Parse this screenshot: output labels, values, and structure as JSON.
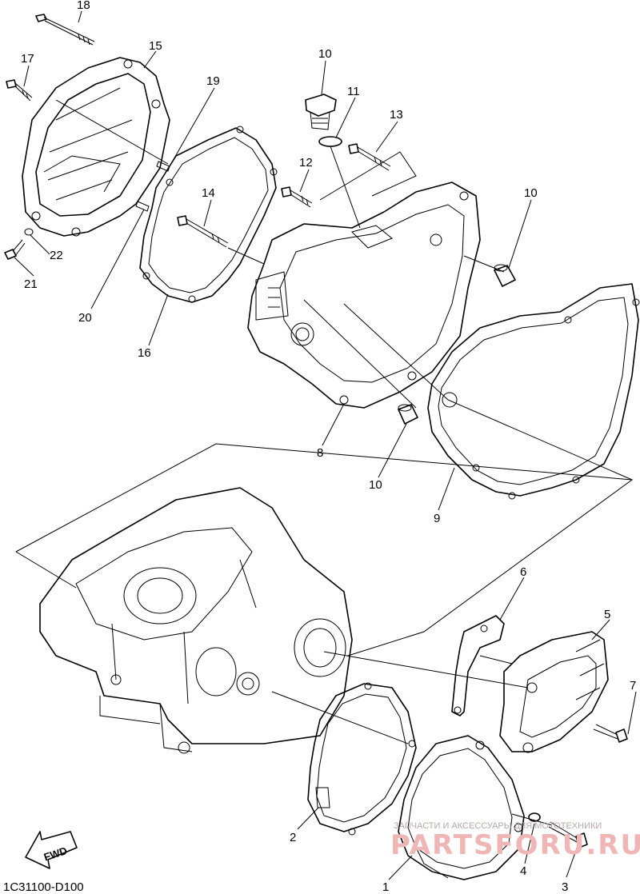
{
  "parts": [
    {
      "id": "p1",
      "label": "1"
    },
    {
      "id": "p2",
      "label": "2"
    },
    {
      "id": "p3",
      "label": "3"
    },
    {
      "id": "p4",
      "label": "4"
    },
    {
      "id": "p5",
      "label": "5"
    },
    {
      "id": "p6",
      "label": "6"
    },
    {
      "id": "p7",
      "label": "7"
    },
    {
      "id": "p8",
      "label": "8"
    },
    {
      "id": "p9",
      "label": "9"
    },
    {
      "id": "p10a",
      "label": "10"
    },
    {
      "id": "p10b",
      "label": "10"
    },
    {
      "id": "p11",
      "label": "11"
    },
    {
      "id": "p12",
      "label": "12"
    },
    {
      "id": "p13",
      "label": "13"
    },
    {
      "id": "p14",
      "label": "14"
    },
    {
      "id": "p15",
      "label": "15"
    },
    {
      "id": "p16",
      "label": "16"
    },
    {
      "id": "p17",
      "label": "17"
    },
    {
      "id": "p18",
      "label": "18"
    },
    {
      "id": "p19",
      "label": "19"
    },
    {
      "id": "p20a",
      "label": "20"
    },
    {
      "id": "p20b",
      "label": "20"
    },
    {
      "id": "p21",
      "label": "21"
    },
    {
      "id": "p22",
      "label": "22"
    }
  ],
  "diagram_code": "1C31100-D100",
  "fwd_label": "FWD",
  "watermark": {
    "tagline": "ЗАПЧАСТИ И АКСЕССУАРЫ ДЛЯ МОТОТЕХНИКИ",
    "brand": "PARTSFORU.RU"
  }
}
